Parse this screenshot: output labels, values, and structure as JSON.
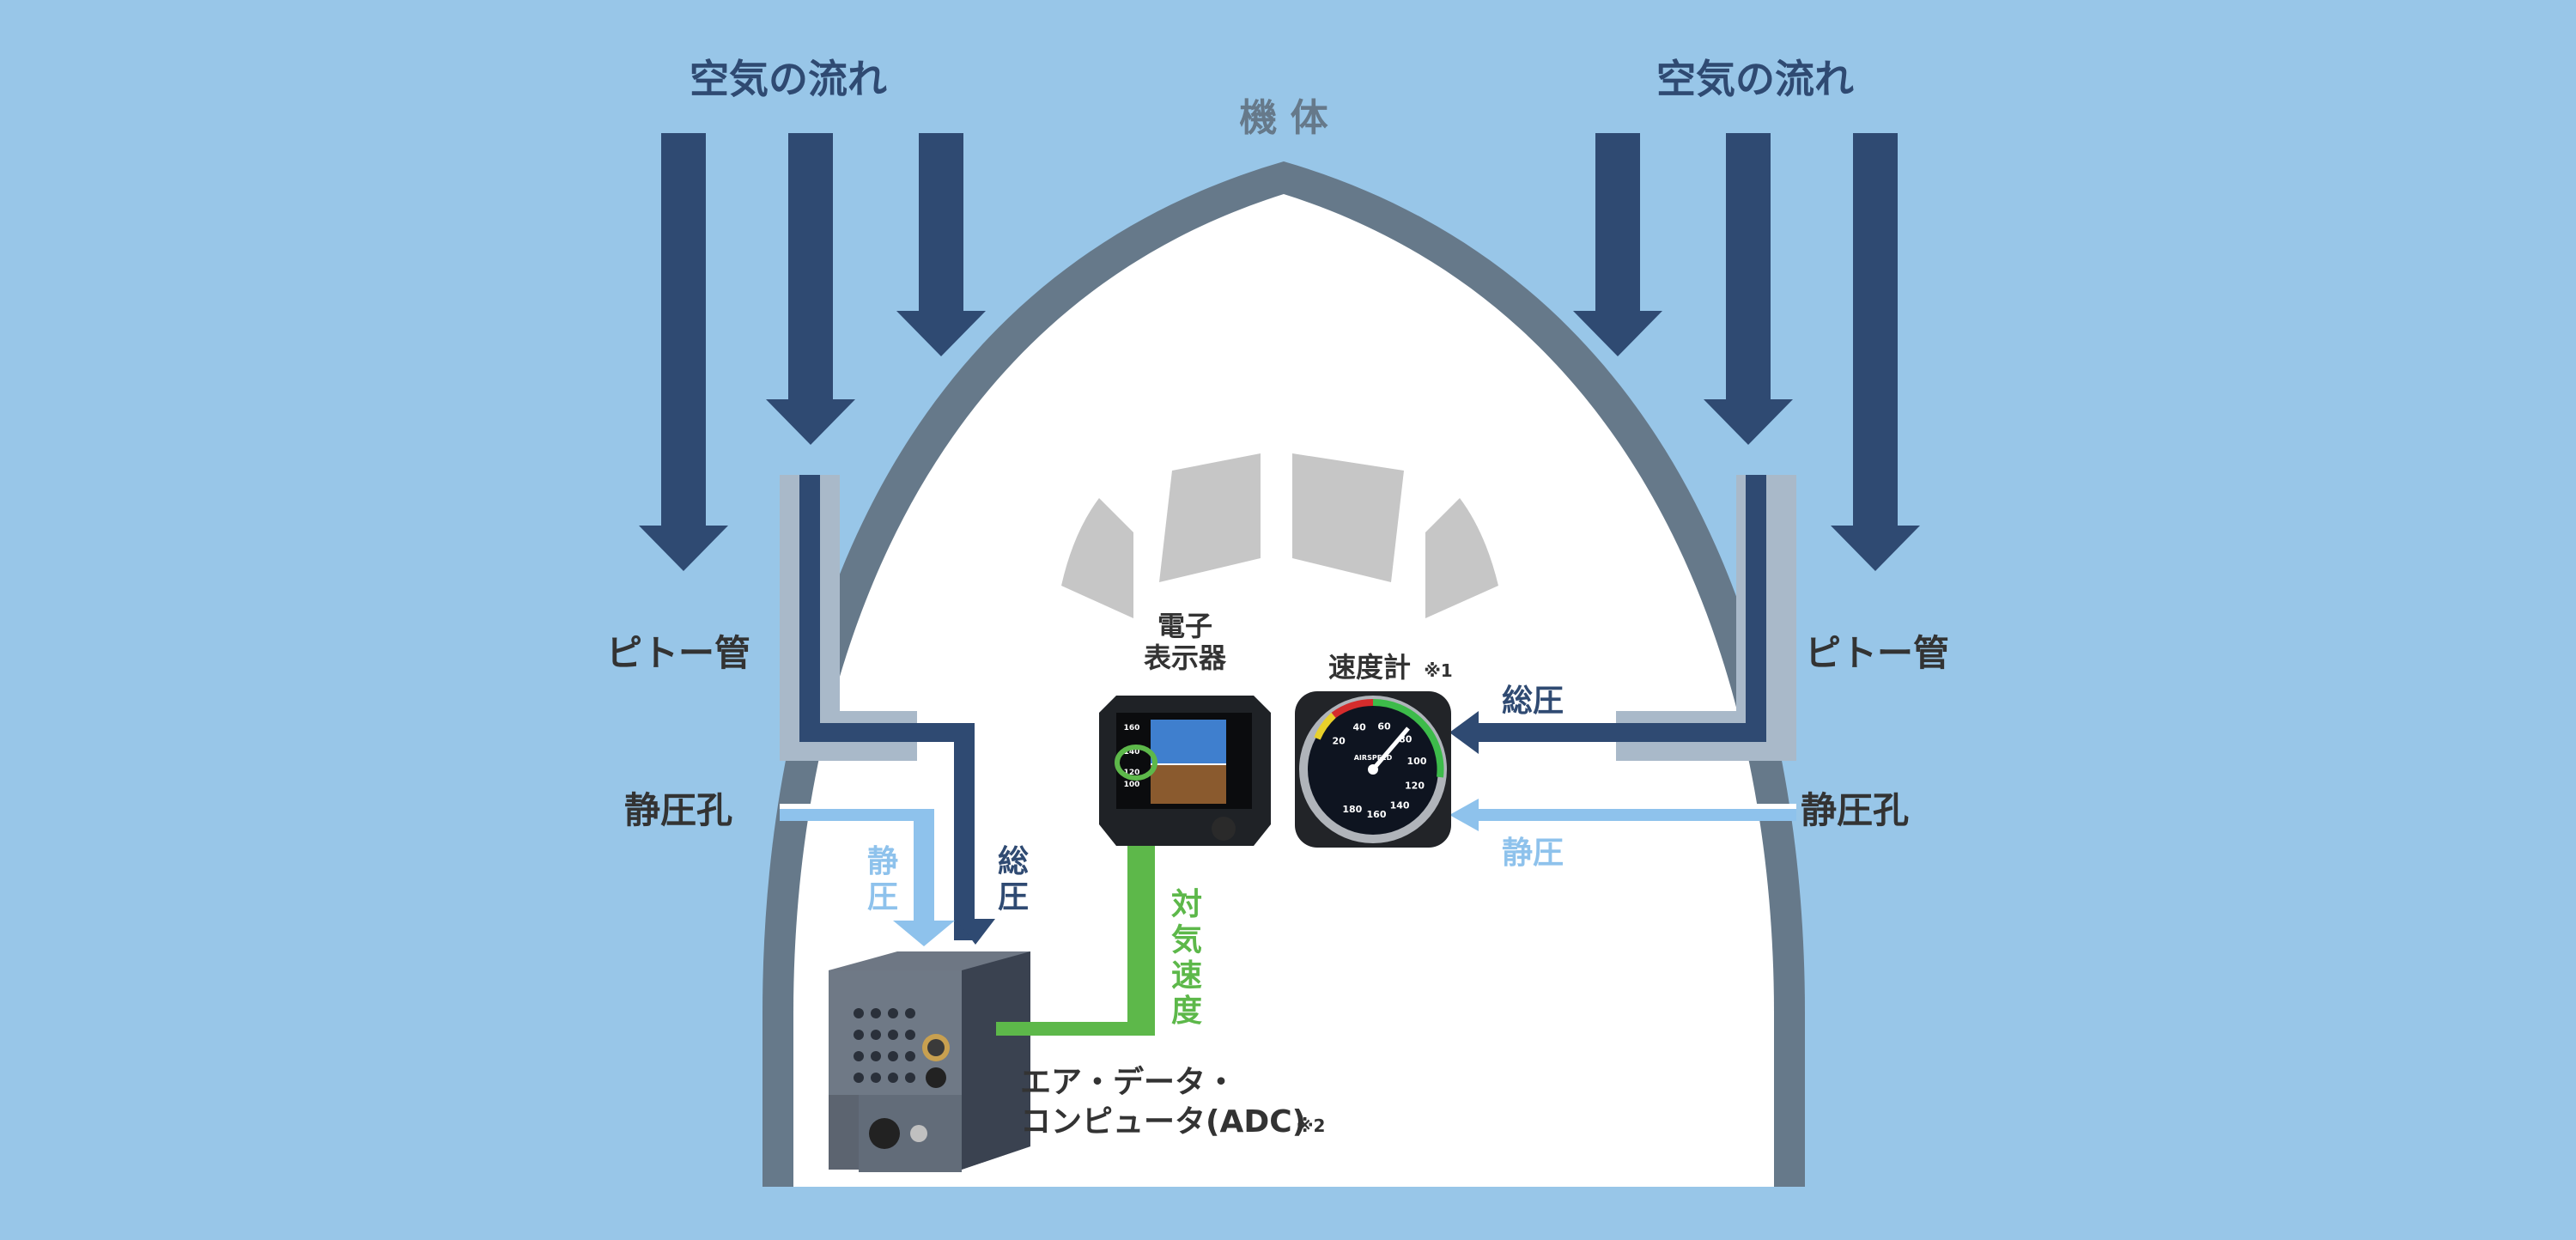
{
  "labels": {
    "airflow_left": "空気の流れ",
    "airflow_right": "空気の流れ",
    "fuselage": "機 体",
    "pitot_left": "ピトー管",
    "pitot_right": "ピトー管",
    "static_port_left": "静圧孔",
    "static_port_right": "静圧孔",
    "static_pressure_left": "静\n圧",
    "total_pressure_left": "総\n圧",
    "total_pressure_right": "総圧",
    "static_pressure_right": "静圧",
    "electronic_display": "電子\n表示器",
    "airspeed_indicator": "速度計",
    "note1": "※1",
    "airspeed": "対\n気\n速\n度",
    "adc_line1": "エア・データ・",
    "adc_line2": "コンピュータ(ADC)",
    "note2": "※2"
  },
  "gauge": {
    "dial_numbers": [
      "20",
      "40",
      "60",
      "80",
      "100",
      "120",
      "140",
      "160",
      "180"
    ],
    "dial_caption": "AIRSPEED"
  },
  "pfd": {
    "speed_ticks": [
      "160",
      "140",
      "120",
      "100"
    ]
  },
  "colors": {
    "background": "#98c6e8",
    "navy": "#2f4a72",
    "light_blue": "#8ec2ec",
    "green": "#5db84a",
    "fuselage_outline": "#66798a",
    "pitot_tube": "#a9b9c9",
    "window": "#c6c6c6",
    "label": "#333333",
    "fuselage_label": "#66798a"
  }
}
